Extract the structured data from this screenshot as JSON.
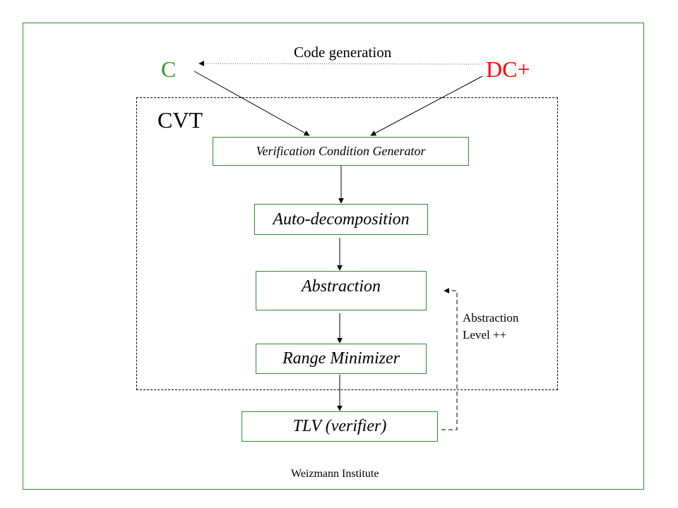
{
  "diagram": {
    "source_c": {
      "label": "C",
      "color": "#2e9b2e"
    },
    "source_dc": {
      "label": "DC+",
      "color": "#ff0000"
    },
    "code_generation_label": "Code generation",
    "container_label": "CVT",
    "nodes": {
      "vcg": "Verification Condition Generator",
      "auto_decomposition": "Auto-decomposition",
      "abstraction": "Abstraction",
      "range_minimizer": "Range Minimizer",
      "tlv": "TLV (verifier)"
    },
    "feedback_label": {
      "line1": "Abstraction",
      "line2": "Level ++"
    },
    "footer": "Weizmann Institute"
  }
}
